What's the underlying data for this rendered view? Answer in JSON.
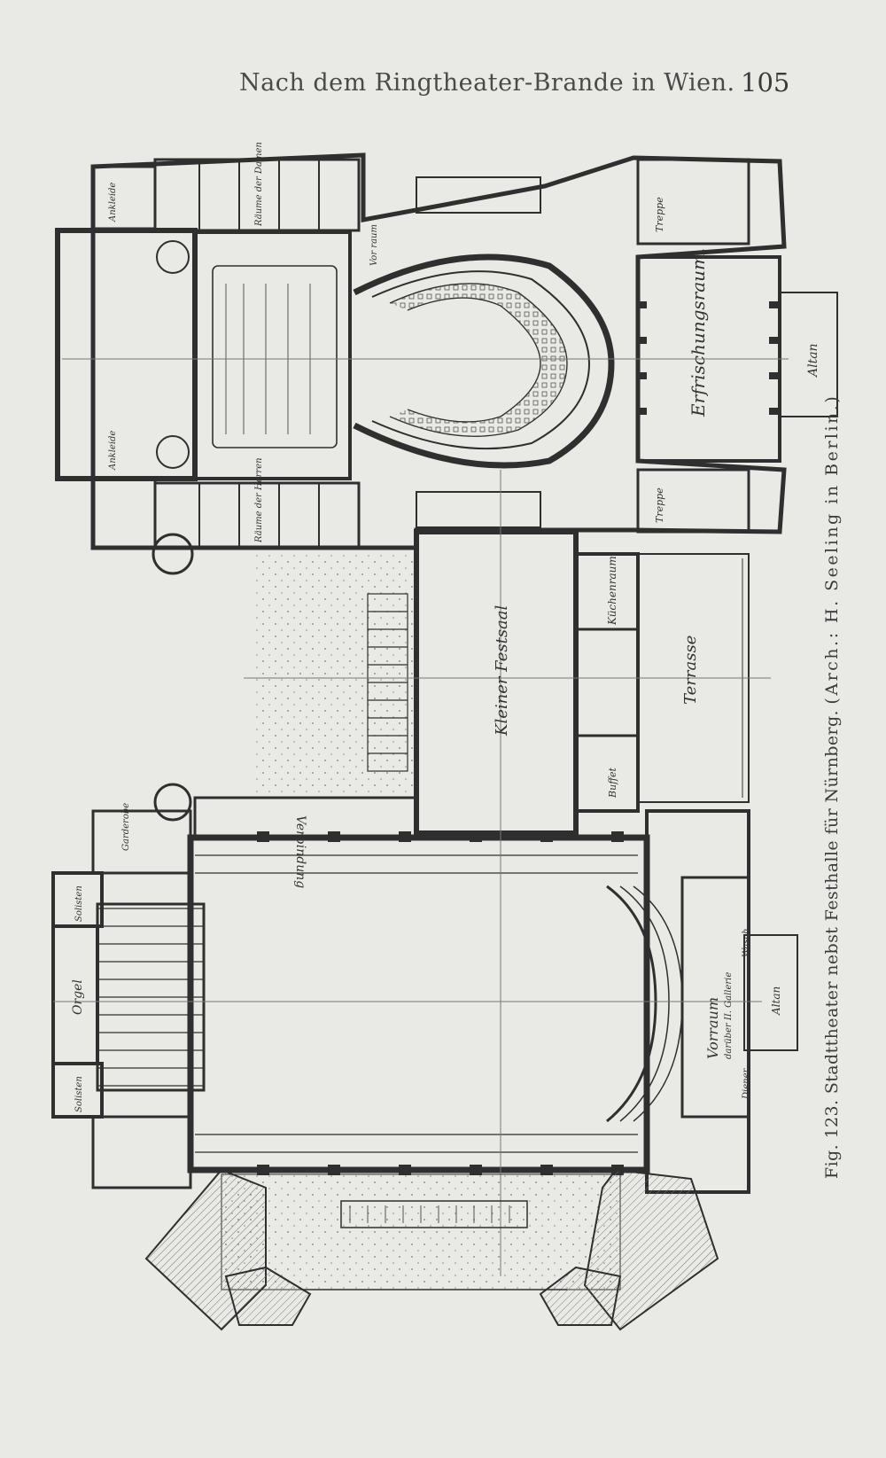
{
  "header": {
    "running_title": "Nach dem Ringtheater-Brande in Wien.",
    "page_number": "105"
  },
  "figure": {
    "caption_main": "Fig. 123. Stadttheater nebst Festhalle für Nürnberg.",
    "caption_arch": "(Arch.: H. Seeling in Berlin.)",
    "labels": {
      "erfrischungsraum": "Erfrischungsraum.",
      "altan_top": "Altan",
      "altan_bottom": "Altan",
      "kleiner_festsaal": "Kleiner Festsaal",
      "terrasse": "Terrasse",
      "verbindung": "Verbindung",
      "vorraum": "Vorraum",
      "darueber_gallerie": "darüber II. Gallerie",
      "orgel": "Orgel",
      "solisten_top": "Solisten",
      "solisten_bottom": "Solisten",
      "garderobe": "Garderobe",
      "kuechenraum": "Küchenraum",
      "schwaecher": "Buffet",
      "treppe_top": "Treppe",
      "treppe_bottom": "Treppe",
      "raeume_links": "Räume der Damen",
      "raeume_rechts": "Räume der Herren",
      "ankleide_top": "Ankleide",
      "ankleide_bottom": "Ankleide",
      "vor_raum": "Vor raum",
      "wasch": "Wasch",
      "diener": "Diener"
    }
  }
}
